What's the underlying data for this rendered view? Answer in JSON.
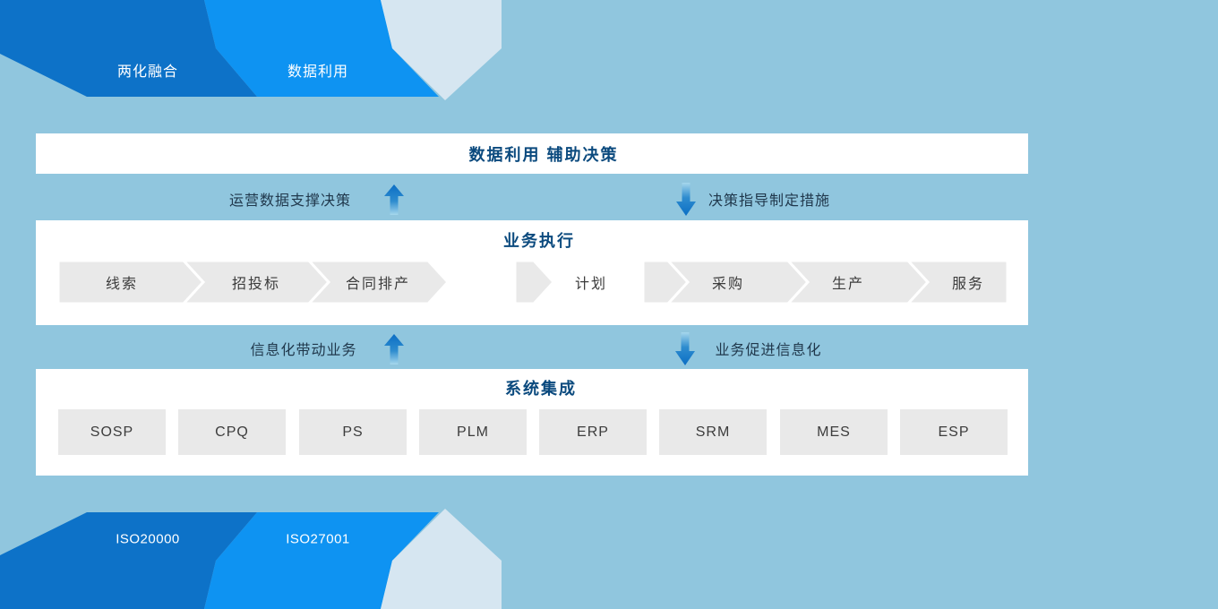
{
  "colors": {
    "background": "#90c6de",
    "banner_dark_blue": "#0d72c8",
    "banner_bright_blue": "#0e93f2",
    "banner_pale_blue": "#d6e6f1",
    "panel_white": "#ffffff",
    "chevron_gray": "#e9e9e9",
    "title_blue": "#0b4a7e",
    "strip_label_dark": "#20384c",
    "arrow_blue_dark": "#0b6ec4",
    "arrow_blue_light": "#a6d7ec"
  },
  "top_banner": {
    "tab1": "两化融合",
    "tab2": "数据利用"
  },
  "bottom_banner": {
    "tab1": "ISO20000",
    "tab2": "ISO27001"
  },
  "decision": {
    "title": "数据利用 辅助决策"
  },
  "strip_top": {
    "left_label": "运营数据支撑决策",
    "right_label": "决策指导制定措施"
  },
  "execution": {
    "title": "业务执行",
    "stages": [
      "线索",
      "招投标",
      "合同排产",
      "计划",
      "采购",
      "生产",
      "服务"
    ]
  },
  "strip_bottom": {
    "left_label": "信息化带动业务",
    "right_label": "业务促进信息化"
  },
  "integration": {
    "title": "系统集成",
    "systems": [
      "SOSP",
      "CPQ",
      "PS",
      "PLM",
      "ERP",
      "SRM",
      "MES",
      "ESP"
    ]
  }
}
